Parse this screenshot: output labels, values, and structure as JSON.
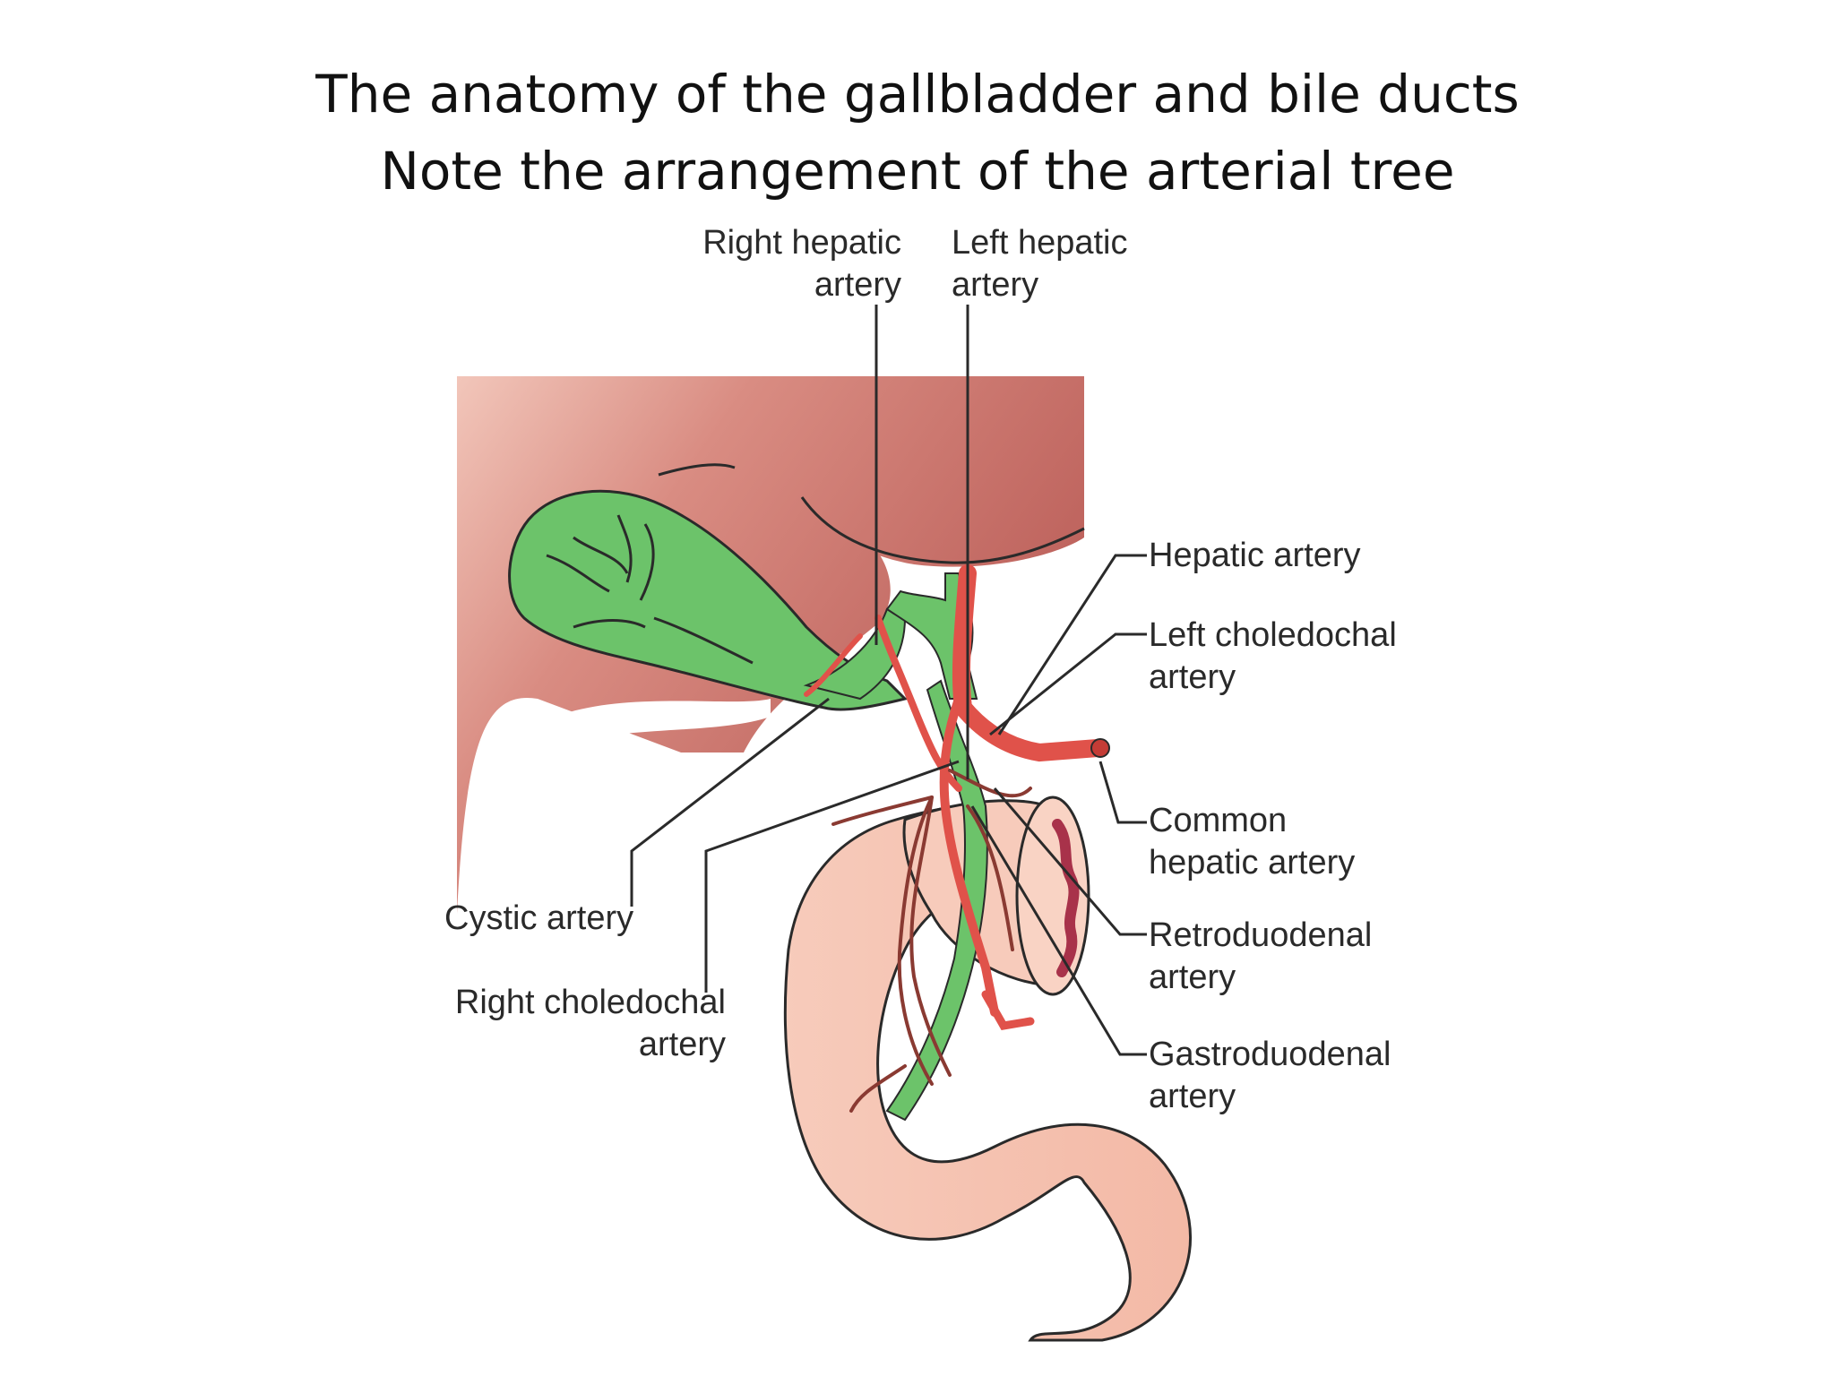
{
  "slide": {
    "title_line1": "The anatomy of the gallbladder and bile ducts",
    "title_line2": "Note the arrangement of the arterial tree"
  },
  "labels": {
    "right_hepatic": [
      "Right hepatic",
      "artery"
    ],
    "left_hepatic": [
      "Left hepatic",
      "artery"
    ],
    "hepatic": [
      "Hepatic artery"
    ],
    "left_choledochal": [
      "Left choledochal",
      "artery"
    ],
    "common_hepatic": [
      "Common",
      "hepatic artery"
    ],
    "retroduodenal": [
      "Retroduodenal",
      "artery"
    ],
    "gastroduodenal": [
      "Gastroduodenal",
      "artery"
    ],
    "cystic": [
      "Cystic artery"
    ],
    "right_choledochal": [
      "Right choledochal",
      "artery"
    ]
  },
  "colors": {
    "liver": "#c46a64",
    "liver_light": "#f1c4b8",
    "gallbladder": "#6cc36a",
    "duodenum": "#f6c7b6",
    "artery": "#e0524a",
    "leader_line": "#2a2a2a"
  }
}
